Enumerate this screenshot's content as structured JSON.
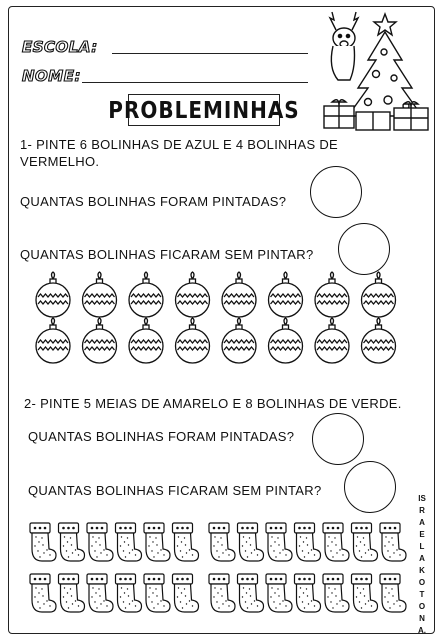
{
  "header": {
    "school_label": "ESCOLA:",
    "name_label": "NOME:",
    "title": "PROBLEMINHAS"
  },
  "exercise1": {
    "instruction": "1- PINTE 6 BOLINHAS DE AZUL E 4 BOLINHAS DE VERMELHO.",
    "instruction_line1": "1- PINTE 6 BOLINHAS DE AZUL E 4 BOLINHAS DE",
    "instruction_line2": "VERMELHO.",
    "question1": "QUANTAS BOLINHAS FORAM PINTADAS?",
    "question2": "QUANTAS BOLINHAS FICARAM SEM PINTAR?",
    "ornament_rows": 2,
    "ornaments_per_row": 8
  },
  "exercise2": {
    "instruction": "2- PINTE 5 MEIAS DE AMARELO E 8 BOLINHAS DE VERDE.",
    "question1": "QUANTAS BOLINHAS FORAM PINTADAS?",
    "question2": "QUANTAS BOLINHAS FICARAM SEM PINTAR?",
    "sock_rows": 2,
    "socks_per_row": 13
  },
  "credit": {
    "text": "ISRAELA KOTONA."
  },
  "icons": {
    "header_art": "christmas-tree-reindeer-icon",
    "ornament": "christmas-ornament-icon",
    "sock": "christmas-stocking-icon"
  }
}
